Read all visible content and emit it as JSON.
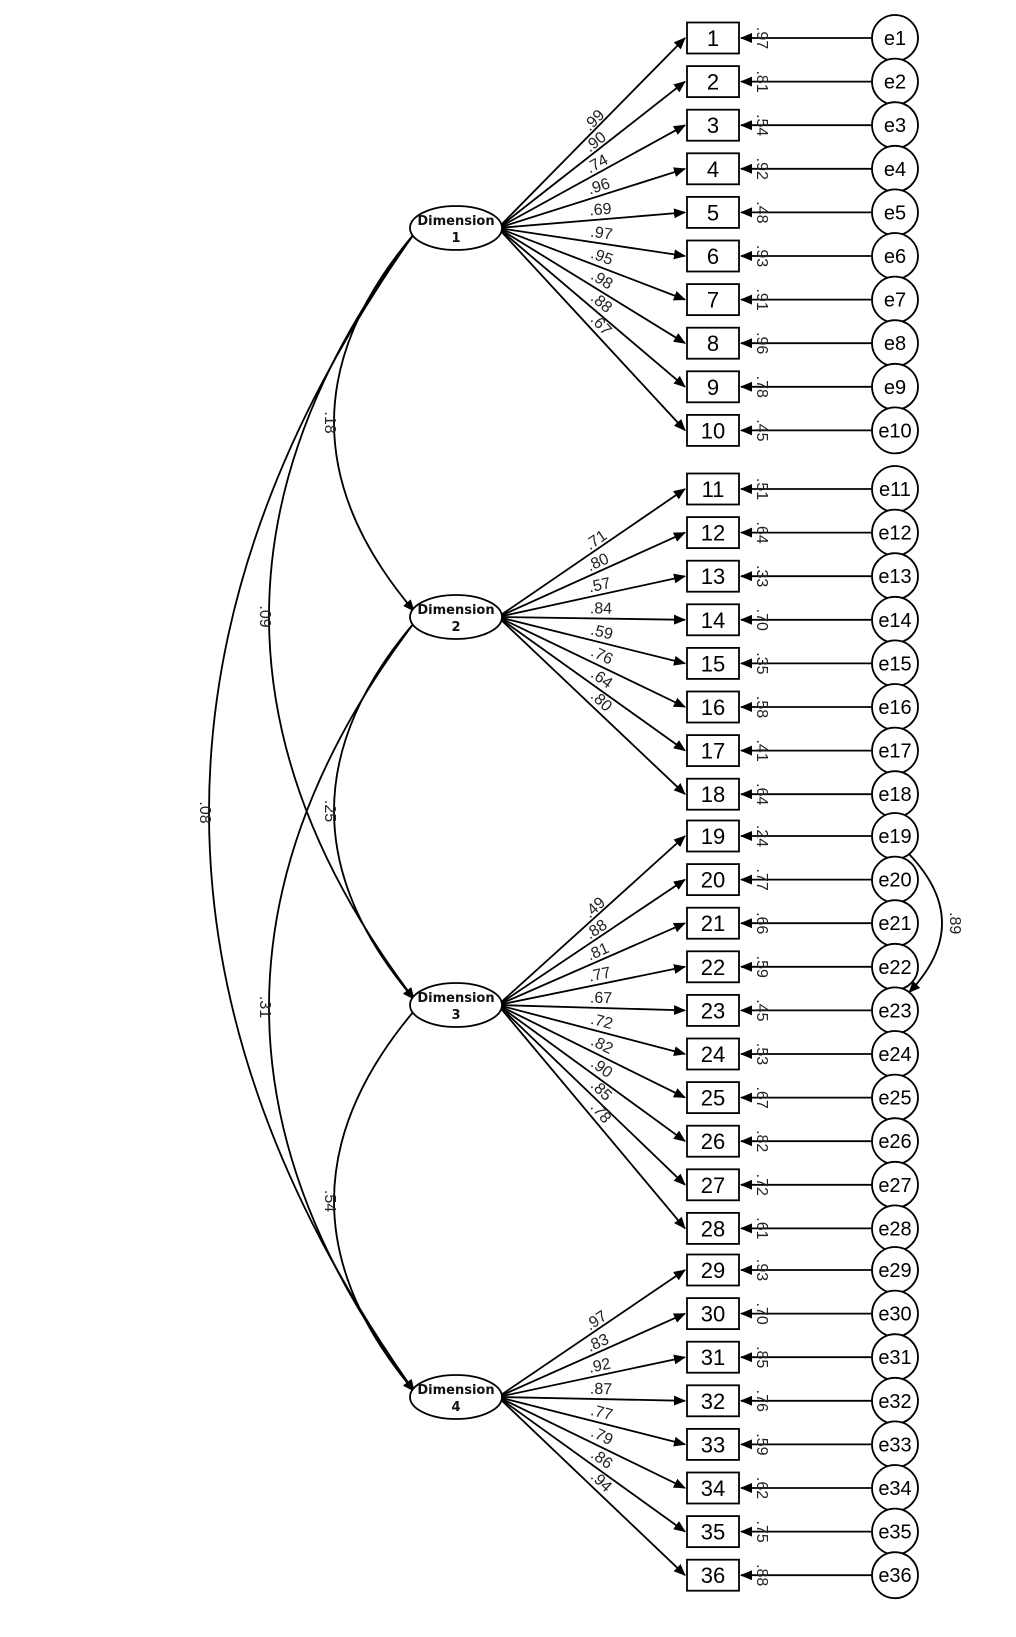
{
  "latents": [
    {
      "id": "D1",
      "line1": "Dimension",
      "line2": "1"
    },
    {
      "id": "D2",
      "line1": "Dimension",
      "line2": "2"
    },
    {
      "id": "D3",
      "line1": "Dimension",
      "line2": "3"
    },
    {
      "id": "D4",
      "line1": "Dimension",
      "line2": "4"
    }
  ],
  "items": [
    {
      "label": "1",
      "error": "e1",
      "latent": 0,
      "loading": ".99",
      "r2": ".97"
    },
    {
      "label": "2",
      "error": "e2",
      "latent": 0,
      "loading": ".90",
      "r2": ".81"
    },
    {
      "label": "3",
      "error": "e3",
      "latent": 0,
      "loading": ".74",
      "r2": ".54"
    },
    {
      "label": "4",
      "error": "e4",
      "latent": 0,
      "loading": ".96",
      "r2": ".92"
    },
    {
      "label": "5",
      "error": "e5",
      "latent": 0,
      "loading": ".69",
      "r2": ".48"
    },
    {
      "label": "6",
      "error": "e6",
      "latent": 0,
      "loading": ".97",
      "r2": ".93"
    },
    {
      "label": "7",
      "error": "e7",
      "latent": 0,
      "loading": ".95",
      "r2": ".91"
    },
    {
      "label": "8",
      "error": "e8",
      "latent": 0,
      "loading": ".98",
      "r2": ".96"
    },
    {
      "label": "9",
      "error": "e9",
      "latent": 0,
      "loading": ".88",
      "r2": ".78"
    },
    {
      "label": "10",
      "error": "e10",
      "latent": 0,
      "loading": ".67",
      "r2": ".45"
    },
    {
      "label": "11",
      "error": "e11",
      "latent": 1,
      "loading": ".71",
      "r2": ".51"
    },
    {
      "label": "12",
      "error": "e12",
      "latent": 1,
      "loading": ".80",
      "r2": ".64"
    },
    {
      "label": "13",
      "error": "e13",
      "latent": 1,
      "loading": ".57",
      "r2": ".33"
    },
    {
      "label": "14",
      "error": "e14",
      "latent": 1,
      "loading": ".84",
      "r2": ".70"
    },
    {
      "label": "15",
      "error": "e15",
      "latent": 1,
      "loading": ".59",
      "r2": ".35"
    },
    {
      "label": "16",
      "error": "e16",
      "latent": 1,
      "loading": ".76",
      "r2": ".58"
    },
    {
      "label": "17",
      "error": "e17",
      "latent": 1,
      "loading": ".64",
      "r2": ".41"
    },
    {
      "label": "18",
      "error": "e18",
      "latent": 1,
      "loading": ".80",
      "r2": ".64"
    },
    {
      "label": "19",
      "error": "e19",
      "latent": 2,
      "loading": ".49",
      "r2": ".24"
    },
    {
      "label": "20",
      "error": "e20",
      "latent": 2,
      "loading": ".88",
      "r2": ".77"
    },
    {
      "label": "21",
      "error": "e21",
      "latent": 2,
      "loading": ".81",
      "r2": ".66"
    },
    {
      "label": "22",
      "error": "e22",
      "latent": 2,
      "loading": ".77",
      "r2": ".59"
    },
    {
      "label": "23",
      "error": "e23",
      "latent": 2,
      "loading": ".67",
      "r2": ".45"
    },
    {
      "label": "24",
      "error": "e24",
      "latent": 2,
      "loading": ".72",
      "r2": ".53"
    },
    {
      "label": "25",
      "error": "e25",
      "latent": 2,
      "loading": ".82",
      "r2": ".67"
    },
    {
      "label": "26",
      "error": "e26",
      "latent": 2,
      "loading": ".90",
      "r2": ".82"
    },
    {
      "label": "27",
      "error": "e27",
      "latent": 2,
      "loading": ".85",
      "r2": ".72"
    },
    {
      "label": "28",
      "error": "e28",
      "latent": 2,
      "loading": ".78",
      "r2": ".61"
    },
    {
      "label": "29",
      "error": "e29",
      "latent": 3,
      "loading": ".97",
      "r2": ".93"
    },
    {
      "label": "30",
      "error": "e30",
      "latent": 3,
      "loading": ".83",
      "r2": ".70"
    },
    {
      "label": "31",
      "error": "e31",
      "latent": 3,
      "loading": ".92",
      "r2": ".85"
    },
    {
      "label": "32",
      "error": "e32",
      "latent": 3,
      "loading": ".87",
      "r2": ".76"
    },
    {
      "label": "33",
      "error": "e33",
      "latent": 3,
      "loading": ".77",
      "r2": ".59"
    },
    {
      "label": "34",
      "error": "e34",
      "latent": 3,
      "loading": ".79",
      "r2": ".62"
    },
    {
      "label": "35",
      "error": "e35",
      "latent": 3,
      "loading": ".86",
      "r2": ".75"
    },
    {
      "label": "36",
      "error": "e36",
      "latent": 3,
      "loading": ".94",
      "r2": ".88"
    }
  ],
  "latent_correlations": [
    {
      "from": 0,
      "to": 1,
      "value": ".18"
    },
    {
      "from": 1,
      "to": 2,
      "value": ".25"
    },
    {
      "from": 2,
      "to": 3,
      "value": ".54"
    },
    {
      "from": 0,
      "to": 2,
      "value": ".09"
    },
    {
      "from": 1,
      "to": 3,
      "value": ".31"
    },
    {
      "from": 0,
      "to": 3,
      "value": ".08"
    }
  ],
  "error_covariances": [
    {
      "from": "e19",
      "to": "e23",
      "value": ".89"
    }
  ]
}
